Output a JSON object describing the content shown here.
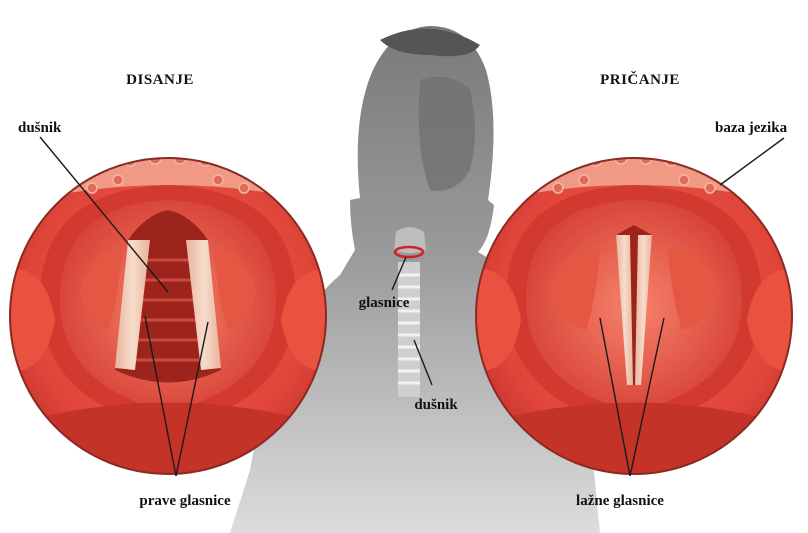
{
  "left_panel": {
    "title": "DISANJE",
    "labels": {
      "trachea": "dušnik",
      "true_folds": "prave glasnice"
    }
  },
  "right_panel": {
    "title": "PRIČANJE",
    "labels": {
      "tongue_base": "baza jezika",
      "false_folds": "lažne glasnice"
    }
  },
  "center": {
    "labels": {
      "vocal_cords": "glasnice",
      "trachea": "dušnik"
    }
  },
  "colors": {
    "tissue": "#e0453a",
    "tissue_dark": "#b02a22",
    "tissue_light": "#f58f7b",
    "cord": "#f3d2bd",
    "silhouette": "#8c8c8c",
    "highlight_ring": "#d32020"
  }
}
